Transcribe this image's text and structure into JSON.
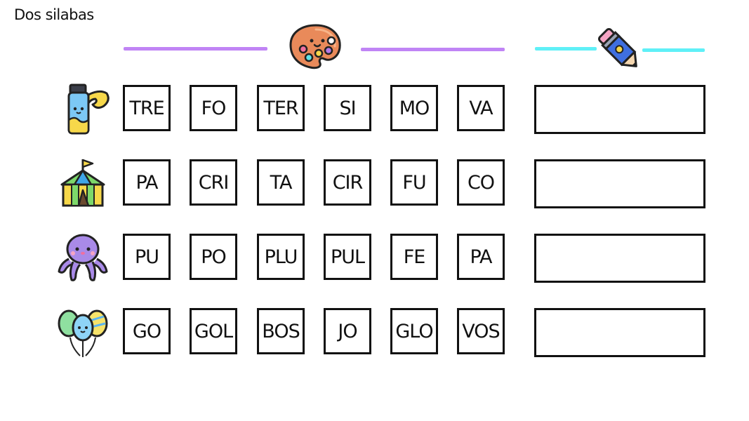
{
  "worksheet": {
    "title": "Dos silabas",
    "colors": {
      "purple_line": "#c084f5",
      "cyan_line": "#5ff0f7"
    },
    "header_icons": [
      "palette-icon",
      "pencil-icon"
    ],
    "rows": [
      {
        "icon": "paint-tube-icon",
        "syllables": [
          "TRE",
          "FO",
          "TER",
          "SI",
          "MO",
          "VA"
        ]
      },
      {
        "icon": "circus-tent-icon",
        "syllables": [
          "PA",
          "CRI",
          "TA",
          "CIR",
          "FU",
          "CO"
        ]
      },
      {
        "icon": "octopus-icon",
        "syllables": [
          "PU",
          "PO",
          "PLU",
          "PUL",
          "FE",
          "PA"
        ]
      },
      {
        "icon": "balloons-icon",
        "syllables": [
          "GO",
          "GOL",
          "BOS",
          "JO",
          "GLO",
          "VOS"
        ]
      }
    ]
  }
}
